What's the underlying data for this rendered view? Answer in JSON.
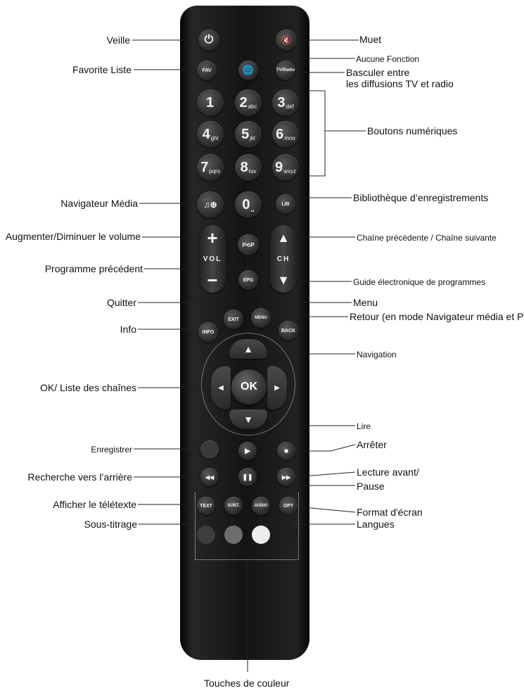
{
  "labels": {
    "standby": "Veille",
    "mute": "Muet",
    "favorites": "Favorite Liste",
    "no_function": "Aucune Fonction",
    "tv_radio_1": "Basculer entre",
    "tv_radio_2": "les diffusions TV et radio",
    "numeric": "Boutons numériques",
    "media_browser": "Navigateur Média",
    "recordings_library": "Bibliothèque d’enregistrements",
    "volume": "Augmenter/Diminuer le volume",
    "channel": "Chaîne précédente / Chaîne suivante",
    "prev_program": "Programme précédent",
    "epg": "Guide électronique de programmes",
    "quit": "Quitter",
    "menu": "Menu",
    "info": "Info",
    "back": "Retour (en mode Navigateur média et PVR)",
    "navigation": "Navigation",
    "ok_list": "OK/ Liste des chaînes",
    "play": "Lire",
    "record": "Enregistrer",
    "stop": "Arrêter",
    "rewind": "Recherche vers l’arrière",
    "forward": "Lecture avant/",
    "pause": "Pause",
    "teletext": "Afficher le télétexte",
    "screen_format": "Format d'écran",
    "subtitles": "Sous-titrage",
    "languages": "Langues",
    "color_keys": "Touches de couleur"
  },
  "buttons": {
    "power": "⏻",
    "mute": "🔇",
    "fav": "FAV",
    "globe": "🌐",
    "tv_radio": "TV/Radio",
    "n1": "1",
    "n1s": "",
    "n2": "2",
    "n2s": "abc",
    "n3": "3",
    "n3s": "def",
    "n4": "4",
    "n4s": "ghi",
    "n5": "5",
    "n5s": "jkl",
    "n6": "6",
    "n6s": "mno",
    "n7": "7",
    "n7s": "pqrs",
    "n8": "8",
    "n8s": "tuv",
    "n9": "9",
    "n9s": "wxyz",
    "n0": "0",
    "n0s": "␣",
    "media": "♫⊕",
    "lib": "LIB",
    "vol_plus": "+",
    "vol": "VOL",
    "vol_minus": "−",
    "swap": "P⟲P",
    "ch_up": "▲",
    "ch": "CH",
    "ch_down": "▼",
    "epg": "EPG",
    "exit": "EXIT",
    "menu": "MENU",
    "info": "INFO",
    "back": "BACK",
    "ok": "OK",
    "up": "▲",
    "down": "▼",
    "left": "◀",
    "right": "▶",
    "play": "▶",
    "stop": "■",
    "rew": "◀◀",
    "pause": "❚❚",
    "fwd": "▶▶",
    "text": "TEXT",
    "subt": "SUBT.",
    "audio": "AUDIO",
    "opt": "OPT"
  },
  "colors": {
    "remote": "#181818",
    "button": "#3a3a3a",
    "red_key": "#3d3d3d",
    "green_key": "#6e6e6e",
    "yellow_key": "#ededed",
    "blue_key": "#1e1e1e",
    "record": "#3a3a3a"
  }
}
